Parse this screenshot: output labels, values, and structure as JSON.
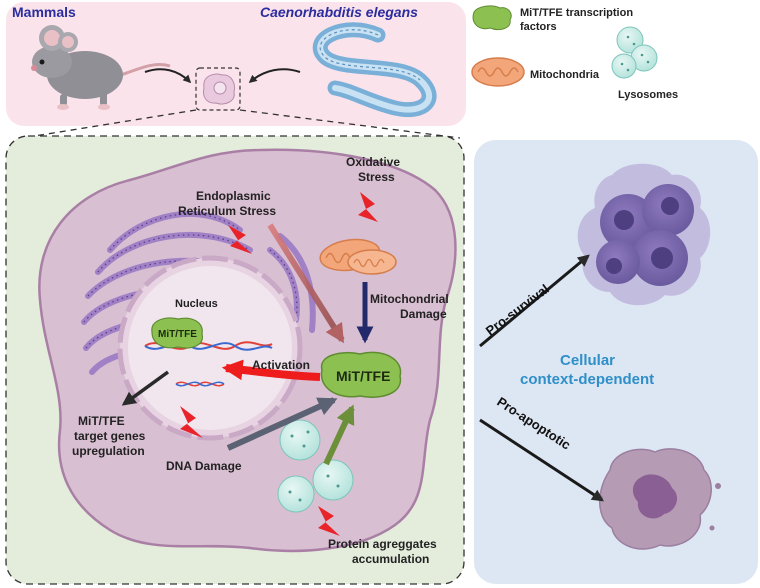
{
  "header": {
    "mammals": "Mammals",
    "celegans": "Caenorhabditis elegans"
  },
  "legend": {
    "tf_line1": "MiT/TFE transcription",
    "tf_line2": "factors",
    "mitochondria": "Mitochondria",
    "lysosomes": "Lysosomes"
  },
  "cell": {
    "er_stress_line1": "Endoplasmic",
    "er_stress_line2": "Reticulum Stress",
    "oxidative_line1": "Oxidative",
    "oxidative_line2": "Stress",
    "nucleus": "Nucleus",
    "nuclear_tf": "MiT/TFE",
    "mito_damage_line1": "Mitochondrial",
    "mito_damage_line2": "Damage",
    "activation": "Activation",
    "central_tf": "MiT/TFE",
    "target_line1": "MiT/TFE",
    "target_line2": "target genes",
    "target_line3": "upregulation",
    "dna_damage": "DNA Damage",
    "protein_line1": "Protein agreggates",
    "protein_line2": "accumulation"
  },
  "outcomes": {
    "pro_survival": "Pro-survival",
    "pro_apoptotic": "Pro-apoptotic",
    "context_line1": "Cellular",
    "context_line2": "context-dependent"
  },
  "colors": {
    "title_blue": "#2b2d9e",
    "context_blue": "#2f8fc8",
    "tf_green": "#8cc152",
    "activation_red": "#ee1c1c",
    "lightning_red": "#e8242a",
    "cell_purple": "#d9bfd2",
    "right_panel": "#dde6f3",
    "top_panel": "#fbe3ec"
  }
}
